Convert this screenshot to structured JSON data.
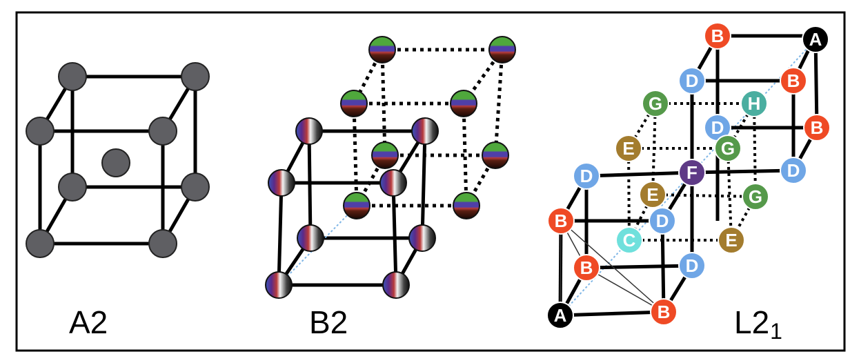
{
  "panels": {
    "a2": {
      "label": "A2"
    },
    "b2": {
      "label": "B2"
    },
    "l21": {
      "label_main": "L2",
      "label_sub": "1"
    }
  },
  "l21_atoms": [
    {
      "letter": "B",
      "color": "#ef4a25"
    },
    {
      "letter": "A",
      "color": "#000000"
    },
    {
      "letter": "D",
      "color": "#6fa6e6"
    },
    {
      "letter": "B",
      "color": "#ef4a25"
    },
    {
      "letter": "G",
      "color": "#55994a"
    },
    {
      "letter": "H",
      "color": "#4aaea0"
    },
    {
      "letter": "D",
      "color": "#6fa6e6"
    },
    {
      "letter": "B",
      "color": "#ef4a25"
    },
    {
      "letter": "E",
      "color": "#a37c2e"
    },
    {
      "letter": "G",
      "color": "#55994a"
    },
    {
      "letter": "D",
      "color": "#6fa6e6"
    },
    {
      "letter": "F",
      "color": "#5e3a86"
    },
    {
      "letter": "D",
      "color": "#6fa6e6"
    },
    {
      "letter": "E",
      "color": "#a37c2e"
    },
    {
      "letter": "G",
      "color": "#55994a"
    },
    {
      "letter": "B",
      "color": "#ef4a25"
    },
    {
      "letter": "D",
      "color": "#6fa6e6"
    },
    {
      "letter": "C",
      "color": "#6fe0dc"
    },
    {
      "letter": "E",
      "color": "#a37c2e"
    },
    {
      "letter": "B",
      "color": "#ef4a25"
    },
    {
      "letter": "D",
      "color": "#6fa6e6"
    },
    {
      "letter": "A",
      "color": "#000000"
    },
    {
      "letter": "B",
      "color": "#ef4a25"
    }
  ],
  "colors": {
    "a2_atom": "#5f5f63",
    "b2_top": "#4fa83c",
    "b2_mid": "#4f3fa8",
    "b2_bottom": "#5a1f12",
    "b2_stripe_red": "#b83a3a",
    "b2_stripe_blue": "#3a55b8",
    "diagonal": "#7fb6e6"
  }
}
